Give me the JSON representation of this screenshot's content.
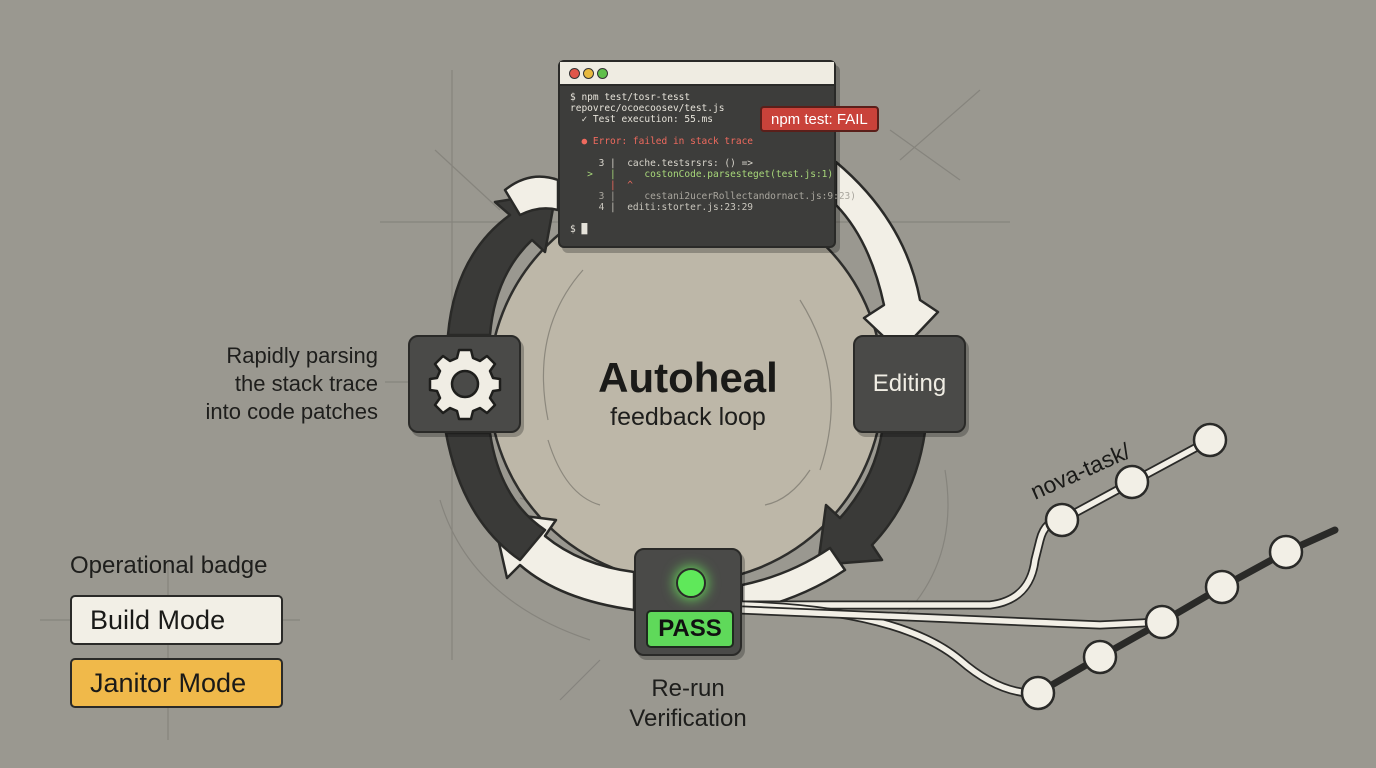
{
  "center": {
    "title": "Autoheal",
    "subtitle": "feedback loop"
  },
  "terminal": {
    "lines": [
      {
        "text": "$ npm test/tosr-tesst",
        "color": "#e6e3da"
      },
      {
        "text": "repovrec/ocoecoosev/test.js",
        "color": "#e6e3da"
      },
      {
        "text": "  ✓ Test execution: 55.ms",
        "color": "#e6e3da"
      },
      {
        "text": "",
        "color": "#e6e3da"
      },
      {
        "text": "  ● Error: failed in stack trace",
        "color": "#ef6a5e"
      },
      {
        "text": "",
        "color": "#e6e3da"
      },
      {
        "text": "     3 |  cache.testsrsrs: () =>",
        "color": "#d8d5cc"
      },
      {
        "text": "   >   |     costonCode.parsesteget(test.js:1)",
        "color": "#a8d87a"
      },
      {
        "text": "       |  ^",
        "color": "#ef6a5e"
      },
      {
        "text": "     3 |     cestani2ucerRollectandornact.js:9:23)",
        "color": "#a9a69e"
      },
      {
        "text": "     4 |  editi:storter.js:23:29",
        "color": "#c9c6bd"
      },
      {
        "text": "",
        "color": "#e6e3da"
      },
      {
        "text": "$ █",
        "color": "#e6e3da"
      }
    ],
    "fail_badge": "npm test: FAIL",
    "dot_colors": [
      "#e0564a",
      "#e7b93f",
      "#5fbf4a"
    ]
  },
  "left_note": [
    "Rapidly parsing",
    "the stack trace",
    "into code patches"
  ],
  "editing": {
    "label": "Editing"
  },
  "pass": {
    "label": "PASS",
    "caption_line1": "Re-run",
    "caption_line2": "Verification"
  },
  "badges": {
    "heading": "Operational badge",
    "build": "Build Mode",
    "janitor": "Janitor Mode"
  },
  "branch": {
    "label": "nova-task/"
  },
  "icons": {
    "gear": "gear-icon",
    "status_light": "status-light-icon"
  },
  "colors": {
    "background": "#9a9890",
    "loop_light": "#f2efe6",
    "loop_dark": "#3a3a38",
    "fail": "#c9423a",
    "pass": "#5fd95a",
    "janitor": "#f0b94a"
  }
}
